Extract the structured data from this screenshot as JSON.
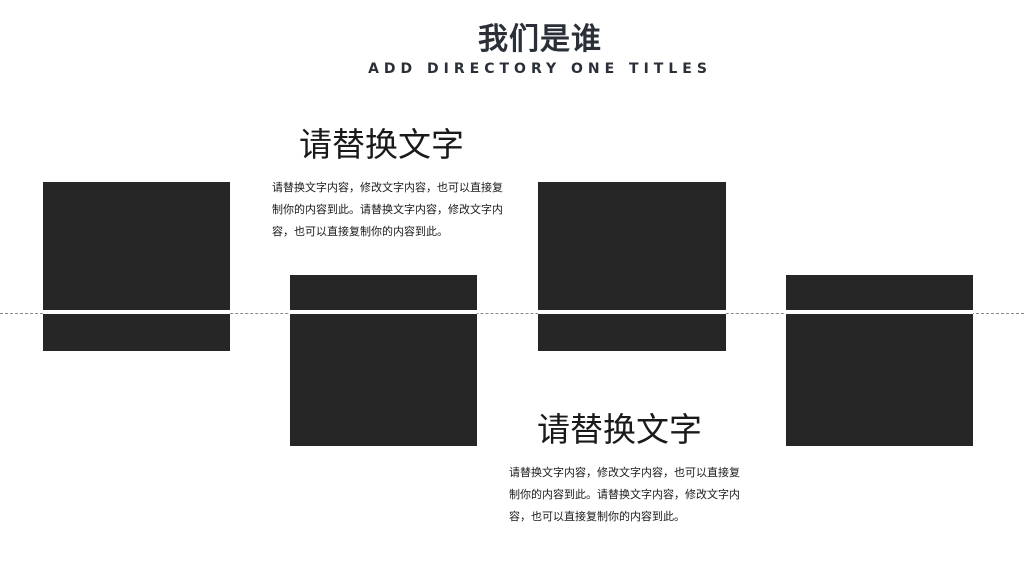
{
  "header": {
    "title": "我们是谁",
    "subtitle": "ADD DIRECTORY ONE TITLES"
  },
  "sections": [
    {
      "heading": "请替换文字",
      "body": "请替换文字内容，修改文字内容，也可以直接复制你的内容到此。请替换文字内容，修改文字内容，也可以直接复制你的内容到此。"
    },
    {
      "heading": "请替换文字",
      "body": "请替换文字内容，修改文字内容，也可以直接复制你的内容到此。请替换文字内容，修改文字内容，也可以直接复制你的内容到此。"
    }
  ],
  "colors": {
    "block": "#262626",
    "title": "#2b3038",
    "background": "#ffffff"
  }
}
